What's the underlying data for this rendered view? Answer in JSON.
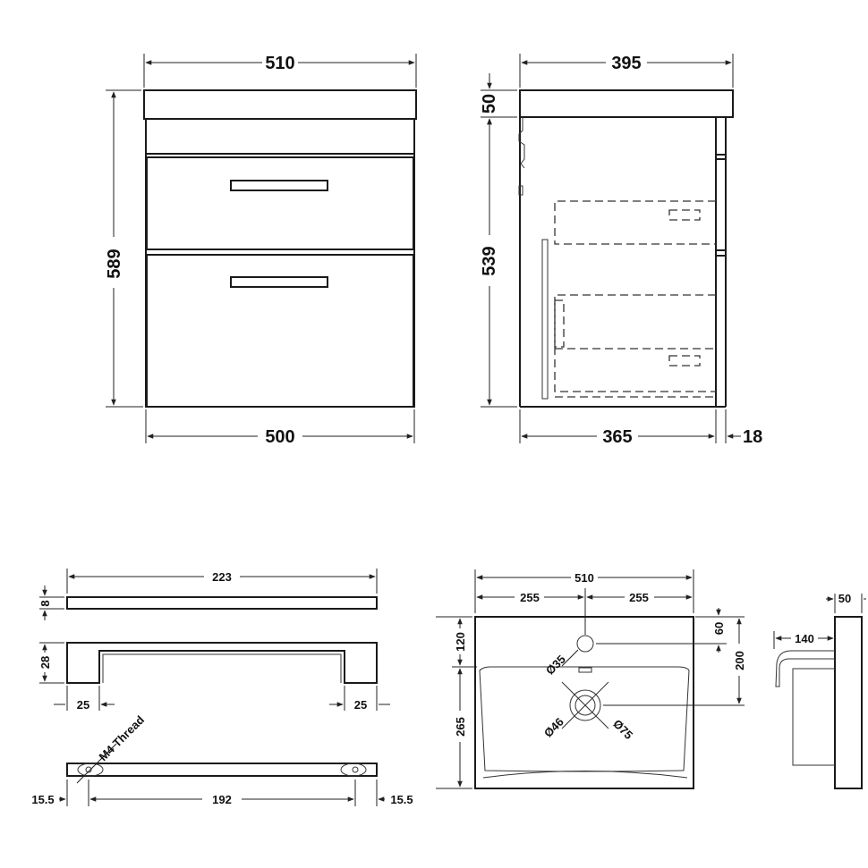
{
  "cabinet_front": {
    "top_width": "510",
    "height": "589",
    "base_width": "500"
  },
  "cabinet_side": {
    "depth": "395",
    "top_thickness": "50",
    "body_height": "539",
    "body_depth": "365",
    "door_thickness": "18"
  },
  "handle": {
    "length": "223",
    "thickness": "8",
    "height": "28",
    "offset_left": "25",
    "offset_right": "25",
    "thread_label": "M4 Thread",
    "end_left": "15.5",
    "centres": "192",
    "end_right": "15.5"
  },
  "basin_plan": {
    "width": "510",
    "half_left": "255",
    "half_right": "255",
    "tap_offset": "120",
    "bowl_depth": "265",
    "tap_hole_offset": "60",
    "waste_offset": "200",
    "tap_hole_dia": "Ø35",
    "waste_dia_inner": "Ø46",
    "waste_dia_outer": "Ø75"
  },
  "basin_side": {
    "depth": "140",
    "thickness": "50"
  }
}
